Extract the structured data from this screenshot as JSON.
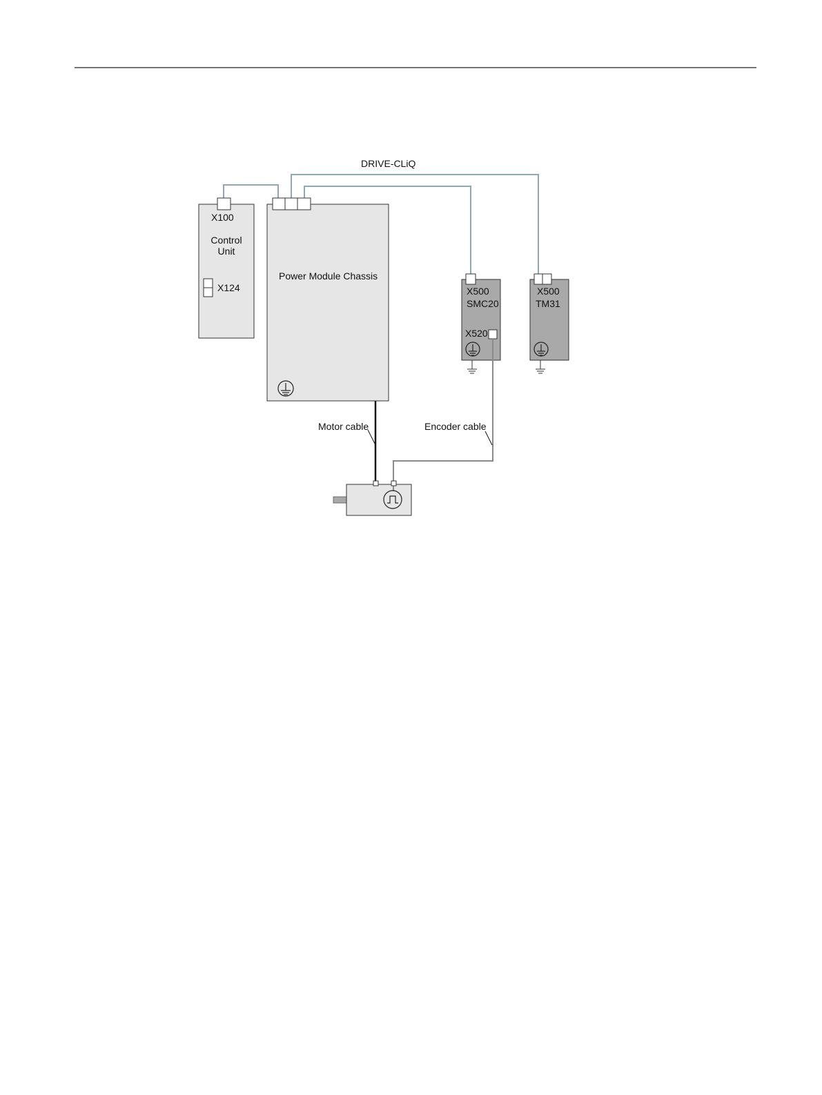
{
  "colors": {
    "drive_cliq_line": "#8fa8b8",
    "light_module_fill": "#e6e6e6",
    "dark_module_fill": "#a9a9aa",
    "encoder_cable": "#8a8a8a",
    "motor_cable": "#111111",
    "outline": "#333333"
  },
  "labels": {
    "drive_cliq": "DRIVE-CLiQ",
    "control_unit": {
      "port_x100": "X100",
      "title_line1": "Control",
      "title_line2": "Unit",
      "port_x124": "X124"
    },
    "power_module": {
      "title": "Power Module Chassis"
    },
    "smc20": {
      "port_x500": "X500",
      "name": "SMC20",
      "port_x520": "X520"
    },
    "tm31": {
      "port_x500": "X500",
      "name": "TM31"
    },
    "motor_cable": "Motor cable",
    "encoder_cable": "Encoder cable"
  },
  "icons": [
    "ground-symbol-icon",
    "protective-earth-icon",
    "encoder-pulse-icon"
  ]
}
